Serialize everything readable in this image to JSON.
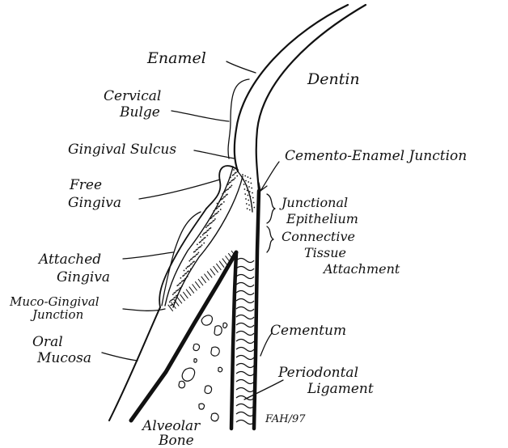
{
  "labels": {
    "enamel": "Enamel",
    "dentin": "Dentin",
    "cervical_bulge_1": "Cervical",
    "cervical_bulge_2": "Bulge",
    "gingival_sulcus": "Gingival Sulcus",
    "cej": "Cemento-Enamel Junction",
    "free_gingiva_1": "Free",
    "free_gingiva_2": "Gingiva",
    "junctional_epithelium_1": "Junctional",
    "junctional_epithelium_2": "Epithelium",
    "connective_tissue_1": "Connective",
    "connective_tissue_2": "Tissue",
    "connective_tissue_3": "Attachment",
    "attached_gingiva_1": "Attached",
    "attached_gingiva_2": "Gingiva",
    "mucogingival_1": "Muco-Gingival",
    "mucogingival_2": "Junction",
    "oral_mucosa_1": "Oral",
    "oral_mucosa_2": "Mucosa",
    "cementum": "Cementum",
    "pdl_1": "Periodontal",
    "pdl_2": "Ligament",
    "alveolar_1": "Alveolar",
    "alveolar_2": "Bone",
    "signature": "FAH/97"
  },
  "colors": {
    "ink": "#111111",
    "paper": "#ffffff"
  }
}
